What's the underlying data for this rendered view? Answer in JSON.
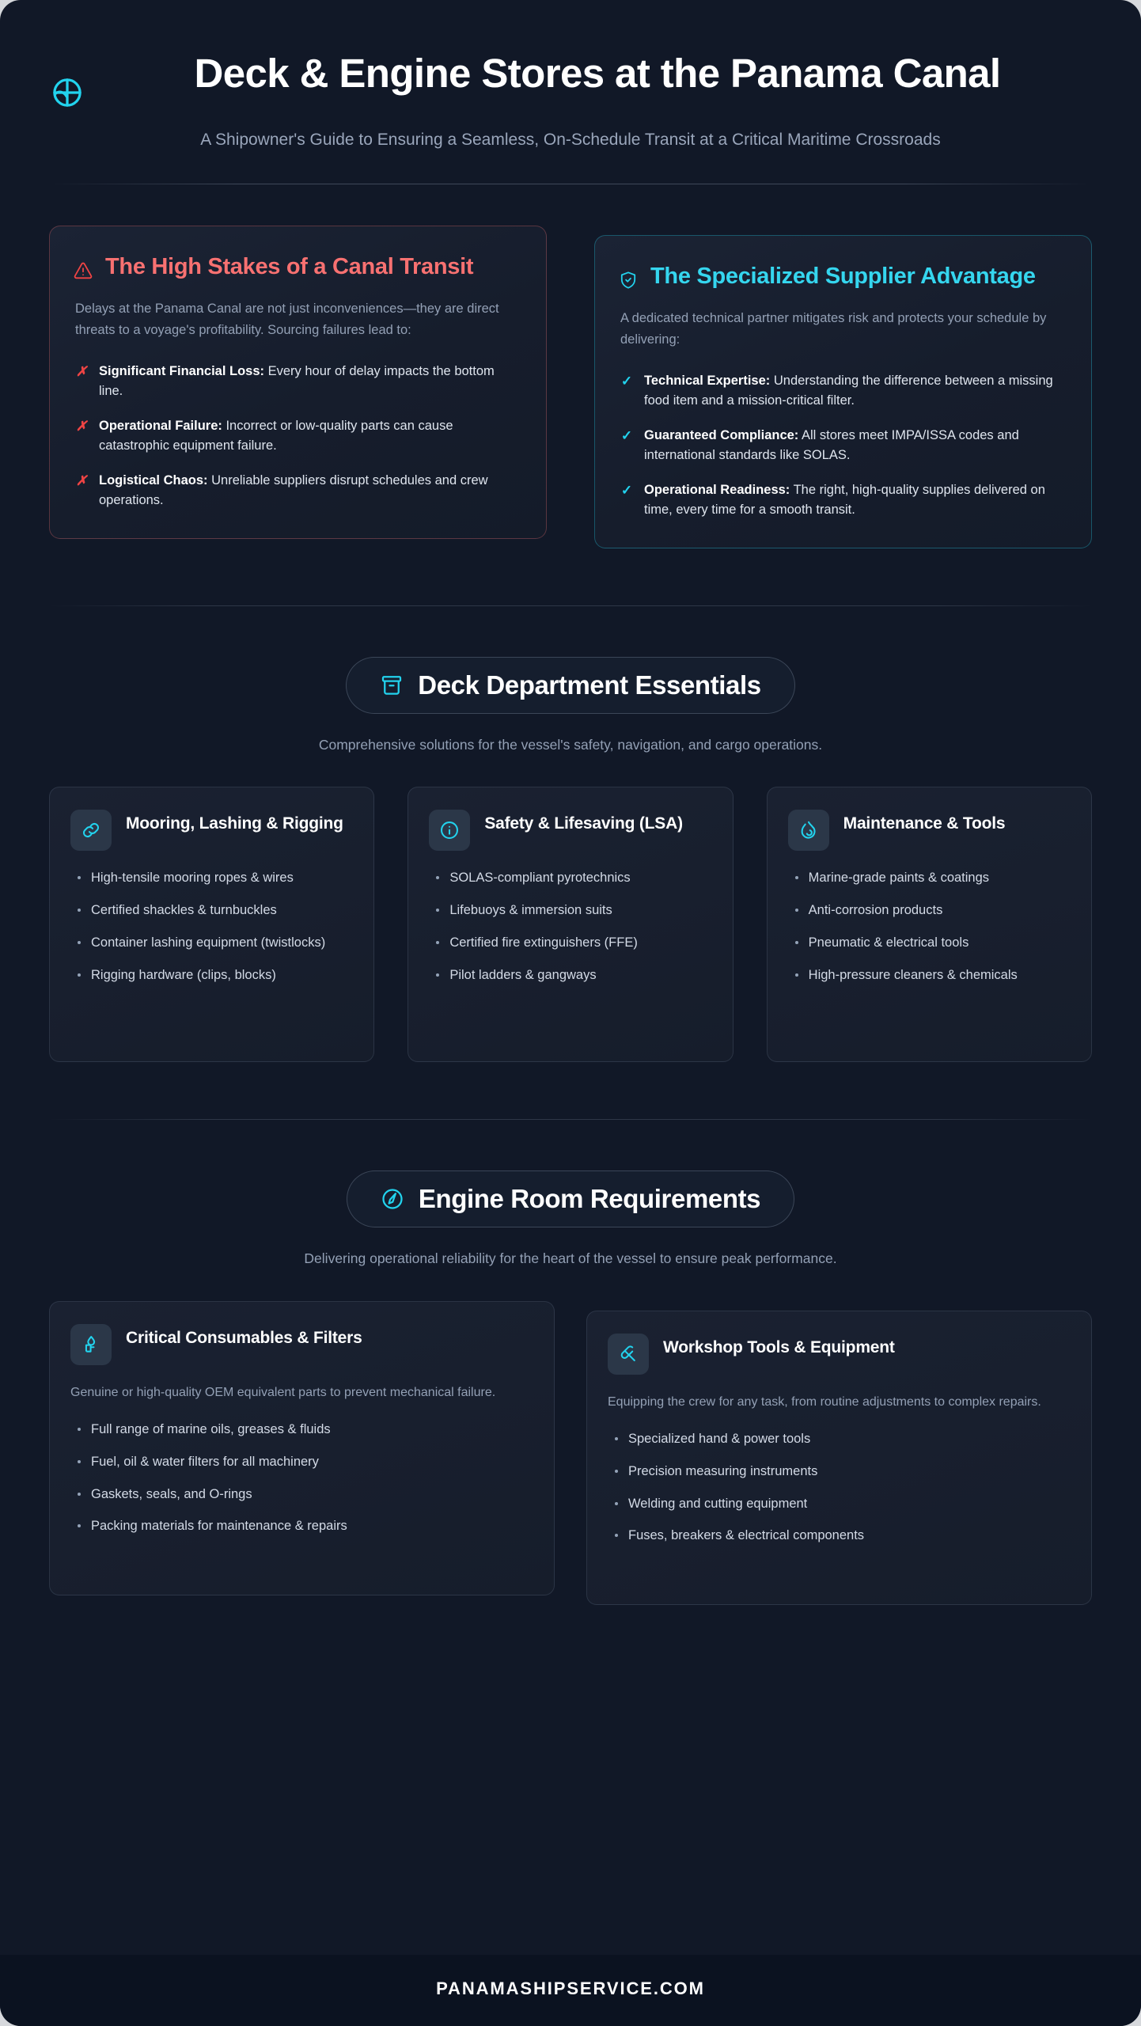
{
  "header": {
    "brand_icon": "compass-logo-icon",
    "title": "Deck & Engine Stores at the Panama Canal",
    "subtitle": "A Shipowner's Guide to Ensuring a Seamless, On-Schedule Transit at a Critical Maritime Crossroads"
  },
  "colors": {
    "page_bg": "#111827",
    "accent_cyan": "#22d3ee",
    "accent_red": "#f87171",
    "card_bg": "#1a2131",
    "muted_text": "#93a0b5",
    "footer_bg": "#0b1220"
  },
  "stakes": {
    "risk": {
      "icon": "alert-triangle-icon",
      "title": "The High Stakes of a Canal Transit",
      "lede": "Delays at the Panama Canal are not just inconveniences—they are direct threats to a voyage's profitability. Sourcing failures lead to:",
      "mark": "✗",
      "items": [
        {
          "label": "Significant Financial Loss:",
          "text": " Every hour of delay impacts the bottom line."
        },
        {
          "label": "Operational Failure:",
          "text": " Incorrect or low-quality parts can cause catastrophic equipment failure."
        },
        {
          "label": "Logistical Chaos:",
          "text": " Unreliable suppliers disrupt schedules and crew operations."
        }
      ]
    },
    "benefit": {
      "icon": "shield-check-icon",
      "title": "The Specialized Supplier Advantage",
      "lede": "A dedicated technical partner mitigates risk and protects your schedule by delivering:",
      "mark": "✓",
      "items": [
        {
          "label": "Technical Expertise:",
          "text": " Understanding the difference between a missing food item and a mission-critical filter."
        },
        {
          "label": "Guaranteed Compliance:",
          "text": " All stores meet IMPA/ISSA codes and international standards like SOLAS."
        },
        {
          "label": "Operational Readiness:",
          "text": " The right, high-quality supplies delivered on time, every time for a smooth transit."
        }
      ]
    }
  },
  "deck_section": {
    "icon": "container-box-icon",
    "title": "Deck Department Essentials",
    "subtitle": "Comprehensive solutions for the vessel's safety, navigation, and cargo operations.",
    "cards": [
      {
        "icon": "link-chain-icon",
        "title": "Mooring, Lashing & Rigging",
        "bullets": [
          "High-tensile mooring ropes & wires",
          "Certified shackles & turnbuckles",
          "Container lashing equipment (twistlocks)",
          "Rigging hardware (clips, blocks)"
        ]
      },
      {
        "icon": "info-circle-icon",
        "title": "Safety & Lifesaving (LSA)",
        "bullets": [
          "SOLAS-compliant pyrotechnics",
          "Lifebuoys & immersion suits",
          "Certified fire extinguishers (FFE)",
          "Pilot ladders & gangways"
        ]
      },
      {
        "icon": "flame-droplet-icon",
        "title": "Maintenance & Tools",
        "bullets": [
          "Marine-grade paints & coatings",
          "Anti-corrosion products",
          "Pneumatic & electrical tools",
          "High-pressure cleaners & chemicals"
        ]
      }
    ]
  },
  "engine_section": {
    "icon": "gauge-clock-icon",
    "title": "Engine Room Requirements",
    "subtitle": "Delivering operational reliability for the heart of the vessel to ensure peak performance.",
    "cards": [
      {
        "icon": "oil-can-icon",
        "title": "Critical Consumables & Filters",
        "lede": "Genuine or high-quality OEM equivalent parts to prevent mechanical failure.",
        "bullets": [
          "Full range of marine oils, greases & fluids",
          "Fuel, oil & water filters for all machinery",
          "Gaskets, seals, and O-rings",
          "Packing materials for maintenance & repairs"
        ]
      },
      {
        "icon": "wrench-tool-icon",
        "title": "Workshop Tools & Equipment",
        "lede": "Equipping the crew for any task, from routine adjustments to complex repairs.",
        "bullets": [
          "Specialized hand & power tools",
          "Precision measuring instruments",
          "Welding and cutting equipment",
          "Fuses, breakers & electrical components"
        ]
      }
    ]
  },
  "footer": {
    "text": "PANAMASHIPSERVICE.COM"
  }
}
